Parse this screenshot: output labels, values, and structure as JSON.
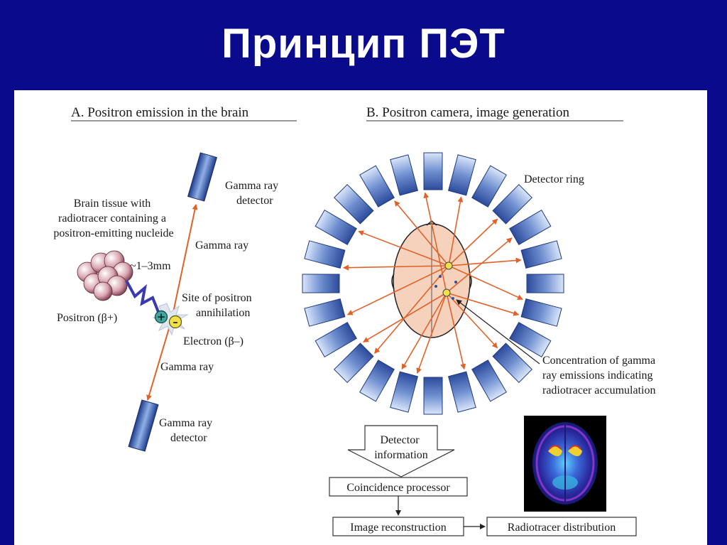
{
  "slide": {
    "title": "Принцип ПЭТ"
  },
  "panel_a": {
    "heading": "A. Positron emission in the brain",
    "tissue_label": [
      "Brain tissue with",
      "radiotracer containing a",
      "positron-emitting nucleide"
    ],
    "range": "~1–3mm",
    "positron": "Positron (β+)",
    "site_label": [
      "Site of positron",
      "annihilation"
    ],
    "electron": "Electron (β–)",
    "gamma_ray_upper": "Gamma ray",
    "gamma_ray_lower": "Gamma ray",
    "detector_upper": [
      "Gamma ray",
      "detector"
    ],
    "detector_lower": [
      "Gamma ray",
      "detector"
    ],
    "plus_sign": "+",
    "minus_sign": "–"
  },
  "panel_b": {
    "heading": "B. Positron camera, image generation",
    "detector_ring": "Detector ring",
    "concentration": [
      "Concentration of gamma",
      "ray emissions indicating",
      "radiotracer accumulation"
    ],
    "flow": {
      "detector_info": [
        "Detector",
        "information"
      ],
      "coincidence": "Coincidence processor",
      "reconstruction": "Image reconstruction",
      "distribution": "Radiotracer distribution"
    }
  },
  "colors": {
    "slide_bg": "#0a0a8c",
    "gamma_arrow": "#e0622a",
    "detector_blue": "#2d4fa0",
    "head_fill": "#f6d2bd"
  }
}
